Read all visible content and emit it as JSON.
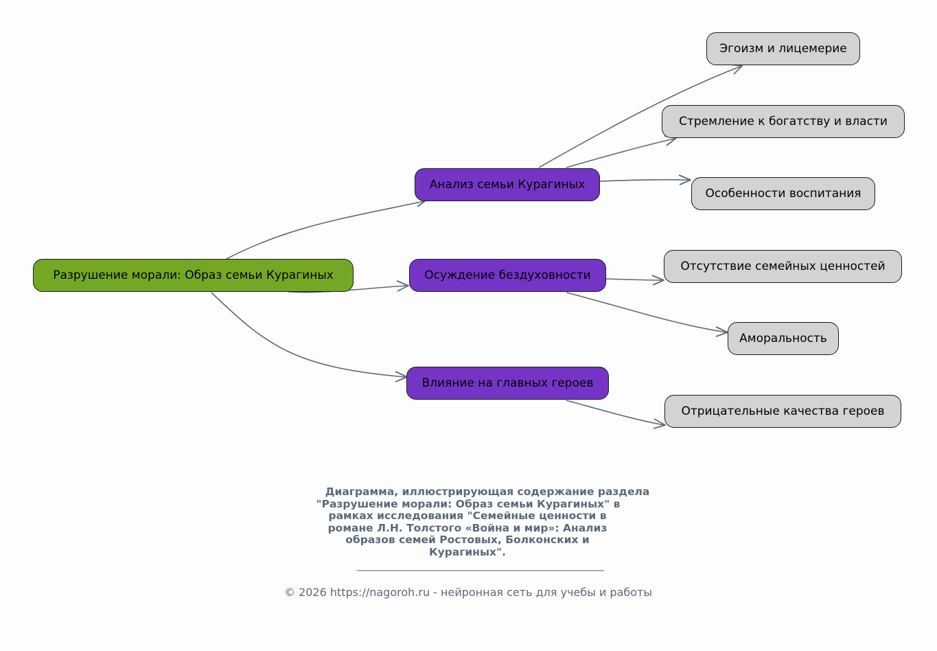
{
  "diagram": {
    "root": {
      "label": "Разрушение морали: Образ семьи Курагиных",
      "color": "#74a824"
    },
    "branches": [
      {
        "label": "Анализ семьи Курагиных",
        "color": "#7435c6",
        "children": [
          "Эгоизм и лицемерие",
          "Стремление к богатству и власти",
          "Особенности воспитания"
        ]
      },
      {
        "label": "Осуждение бездуховности",
        "color": "#7435c6",
        "children": [
          "Отсутствие семейных ценностей",
          "Аморальность"
        ]
      },
      {
        "label": "Влияние на главных героев",
        "color": "#7435c6",
        "children": [
          "Отрицательные качества героев"
        ]
      }
    ],
    "leaf_color": "#d3d3d3",
    "edge_color": "#5b6a78"
  },
  "caption": {
    "lines": [
      "Диаграмма, иллюстрирующая содержание раздела",
      "\"Разрушение морали: Образ семьи Курагиных\" в",
      "рамках исследования \"Семейные ценности в",
      "романе Л.Н. Толстого «Война и мир»: Анализ",
      "образов семей Ростовых, Болконских и",
      "Курагиных\"."
    ],
    "rule": "________________________________________________",
    "footer": "© 2026 https://nagoroh.ru - нейронная сеть для учебы и работы"
  }
}
